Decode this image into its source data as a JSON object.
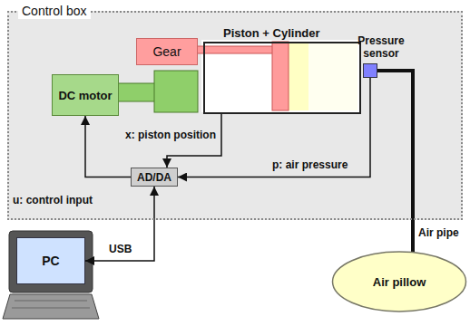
{
  "diagram": {
    "nodes": [
      {
        "text": [
          "Control box"
        ]
      },
      {
        "text": [
          "Piston + Cylinder"
        ],
        "in": 0
      },
      {
        "text": [
          "Pressure sensor"
        ],
        "in": 0
      },
      {
        "text": [
          "Gear"
        ],
        "in": 0
      },
      {
        "text": [
          "DC motor"
        ],
        "in": 0
      },
      {
        "text": [
          "AD/DA"
        ],
        "in": 0
      },
      {
        "text": [
          "PC"
        ]
      },
      {
        "text": [
          "Air pillow"
        ]
      }
    ],
    "edges": [
      {
        "from": 1,
        "to": 5,
        "arrow": "to",
        "label": "x: piston position"
      },
      {
        "from": 2,
        "to": 5,
        "arrow": "to",
        "label": "p: air pressure"
      },
      {
        "from": 5,
        "to": 4,
        "arrow": "to",
        "label": "u: control input"
      },
      {
        "from": 5,
        "to": 6,
        "arrow": "both",
        "label": "USB"
      },
      {
        "from": 2,
        "to": 7,
        "arrow": "none",
        "label": "Air pipe"
      }
    ]
  }
}
